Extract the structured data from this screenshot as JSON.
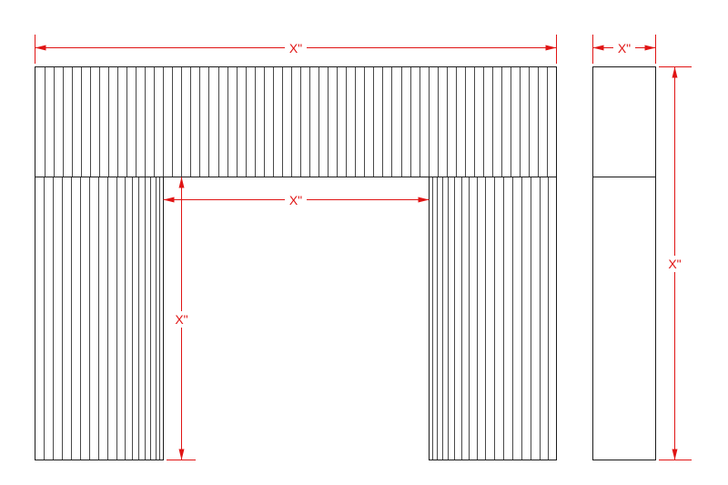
{
  "dimensions": {
    "overall_width": "X\"",
    "opening_width": "X\"",
    "opening_height": "X\"",
    "side_depth": "X\"",
    "side_height": "X\""
  },
  "colors": {
    "line": "#1a1a1a",
    "dimension": "#e01414",
    "background": "#ffffff"
  }
}
